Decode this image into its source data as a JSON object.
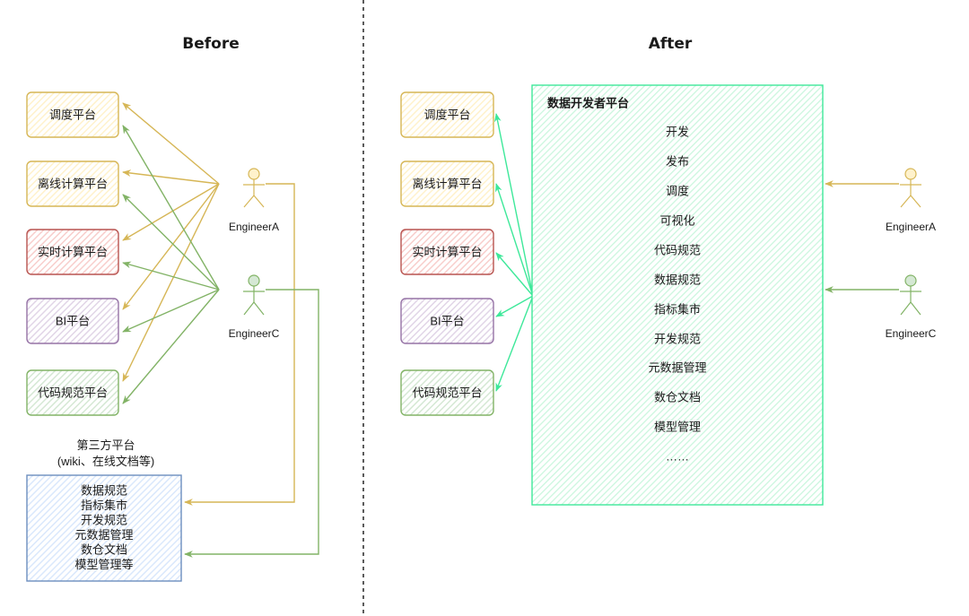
{
  "before": {
    "title": "Before",
    "platforms": [
      {
        "label": "调度平台",
        "color": "yellow"
      },
      {
        "label": "离线计算平台",
        "color": "yellow"
      },
      {
        "label": "实时计算平台",
        "color": "red"
      },
      {
        "label": "BI平台",
        "color": "purple"
      },
      {
        "label": "代码规范平台",
        "color": "green"
      }
    ],
    "actors": [
      {
        "label": "EngineerA",
        "color": "yellow"
      },
      {
        "label": "EngineerC",
        "color": "green"
      }
    ],
    "third_party": {
      "title": "第三方平台",
      "subtitle": "(wiki、在线文档等)",
      "items": [
        "数据规范",
        "指标集市",
        "开发规范",
        "元数据管理",
        "数仓文档",
        "模型管理等"
      ]
    }
  },
  "after": {
    "title": "After",
    "platforms": [
      {
        "label": "调度平台",
        "color": "yellow"
      },
      {
        "label": "离线计算平台",
        "color": "yellow"
      },
      {
        "label": "实时计算平台",
        "color": "red"
      },
      {
        "label": "BI平台",
        "color": "purple"
      },
      {
        "label": "代码规范平台",
        "color": "green"
      }
    ],
    "actors": [
      {
        "label": "EngineerA",
        "color": "yellow"
      },
      {
        "label": "EngineerC",
        "color": "green"
      }
    ],
    "developer_platform": {
      "title": "数据开发者平台",
      "items": [
        "开发",
        "发布",
        "调度",
        "可视化",
        "代码规范",
        "数据规范",
        "指标集市",
        "开发规范",
        "元数据管理",
        "数仓文档",
        "模型管理",
        "……"
      ]
    }
  },
  "colors": {
    "yellow": {
      "stroke": "#d6b656",
      "fill": "#fff2cc"
    },
    "red": {
      "stroke": "#b85450",
      "fill": "#f8cecc"
    },
    "purple": {
      "stroke": "#9673a6",
      "fill": "#e1d5e7"
    },
    "green": {
      "stroke": "#82b366",
      "fill": "#d5e8d4"
    },
    "blue": {
      "stroke": "#6c8ebf",
      "fill": "#dae8fc"
    },
    "mint": {
      "stroke": "#3ee89a",
      "fill": "#c9f6dd"
    },
    "divider": "#333333"
  }
}
